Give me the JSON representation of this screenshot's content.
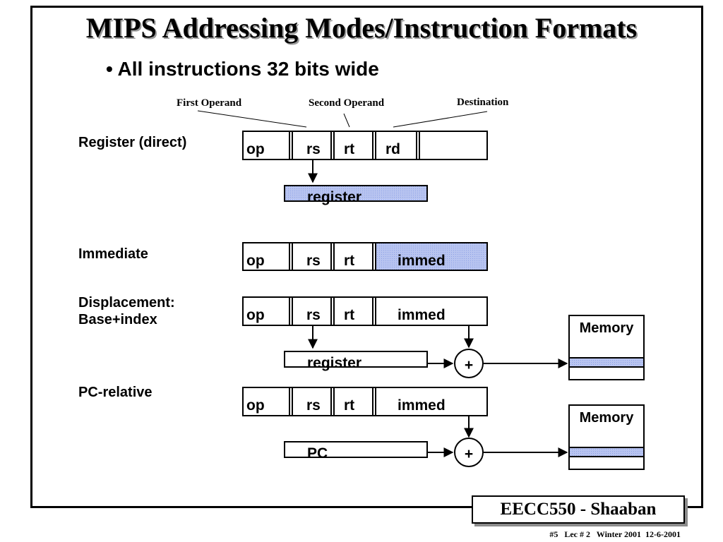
{
  "title": "MIPS Addressing Modes/Instruction Formats",
  "bullet": "• All instructions 32 bits wide",
  "field_labels": {
    "first_operand": "First Operand",
    "second_operand": "Second Operand",
    "destination": "Destination"
  },
  "modes": {
    "register_direct": "Register (direct)",
    "immediate": "Immediate",
    "displacement_line1": "Displacement:",
    "displacement_line2": "Base+index",
    "pc_relative": "PC-relative"
  },
  "fields": {
    "op": "op",
    "rs": "rs",
    "rt": "rt",
    "rd": "rd",
    "immed": "immed",
    "register": "register",
    "pc": "PC",
    "plus": "+",
    "memory": "Memory"
  },
  "colors": {
    "highlight": "#b8c4f0",
    "highlight_alt": "#8ea2e6"
  },
  "footer": {
    "brand": "EECC550 - Shaaban",
    "meta": "#5   Lec # 2   Winter 2001  12-6-2001"
  }
}
